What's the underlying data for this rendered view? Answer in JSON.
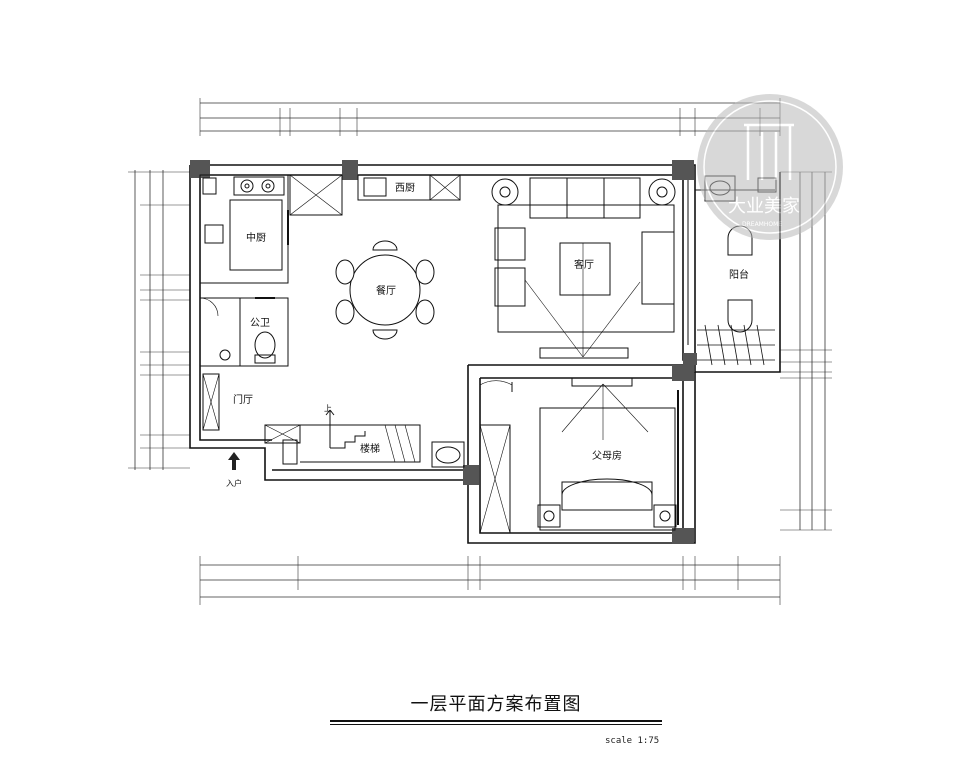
{
  "drawing": {
    "title": "一层平面方案布置图",
    "scale": "scale 1:75"
  },
  "rooms": {
    "kitchen": "中厨",
    "western_kitchen": "西厨",
    "dining": "餐厅",
    "living": "客厅",
    "balcony": "阳台",
    "bathroom": "公卫",
    "foyer": "门厅",
    "stairs": "楼梯",
    "parents_room": "父母房",
    "up_mark": "上",
    "entrance": "入户"
  },
  "watermark": {
    "brand_cn": "大业美家",
    "brand_en": "DREAMHOME"
  }
}
